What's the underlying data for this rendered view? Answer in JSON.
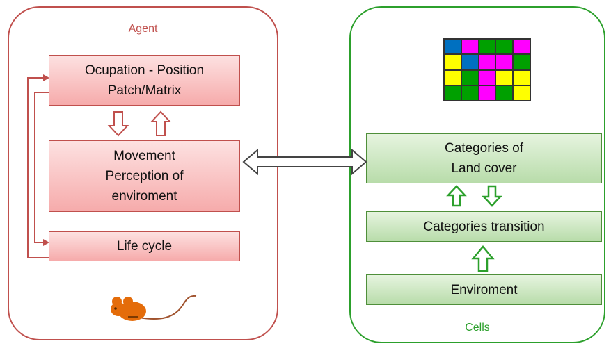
{
  "agent": {
    "title": "Agent",
    "boxes": {
      "occupation": [
        "Ocupation - Position",
        "Patch/Matrix"
      ],
      "movement": [
        "Movement",
        "Perception of",
        "enviroment"
      ],
      "life_cycle": "Life cycle"
    },
    "mouse_icon": "mouse-icon",
    "border_color": "#c0504d"
  },
  "cells": {
    "title": "Cells",
    "boxes": {
      "land_cover": [
        "Categories of",
        "Land cover"
      ],
      "transition": "Categories transition",
      "environment": "Enviroment"
    },
    "grid_icon": "land-cover-grid-icon",
    "grid_colors": [
      [
        "#0070c0",
        "#ff00ff",
        "#00a000",
        "#00a000",
        "#ff00ff"
      ],
      [
        "#ffff00",
        "#0070c0",
        "#ff00ff",
        "#ff00ff",
        "#00a000"
      ],
      [
        "#ffff00",
        "#00a000",
        "#ff00ff",
        "#ffff00",
        "#ffff00"
      ],
      [
        "#00a000",
        "#00a000",
        "#ff00ff",
        "#00a000",
        "#ffff00"
      ]
    ],
    "border_color": "#2ca02c"
  }
}
